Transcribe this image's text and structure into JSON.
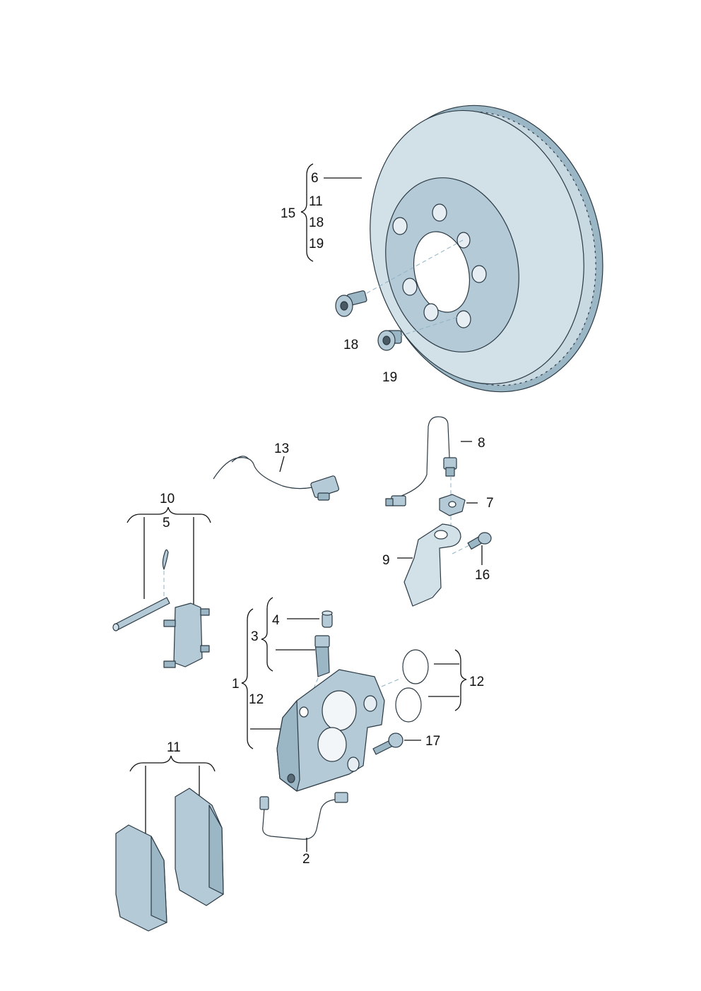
{
  "labels": {
    "l1": "1",
    "l2": "2",
    "l3": "3",
    "l4": "4",
    "l5": "5",
    "l6": "6",
    "l7": "7",
    "l8": "8",
    "l9": "9",
    "l10": "10",
    "l11_top": "11",
    "l11_pads": "11",
    "l12_caliper": "12",
    "l12_rings": "12",
    "l13": "13",
    "l15": "15",
    "l16": "16",
    "l17": "17",
    "l18_group": "18",
    "l18_part": "18",
    "l19_group": "19",
    "l19_part": "19"
  }
}
